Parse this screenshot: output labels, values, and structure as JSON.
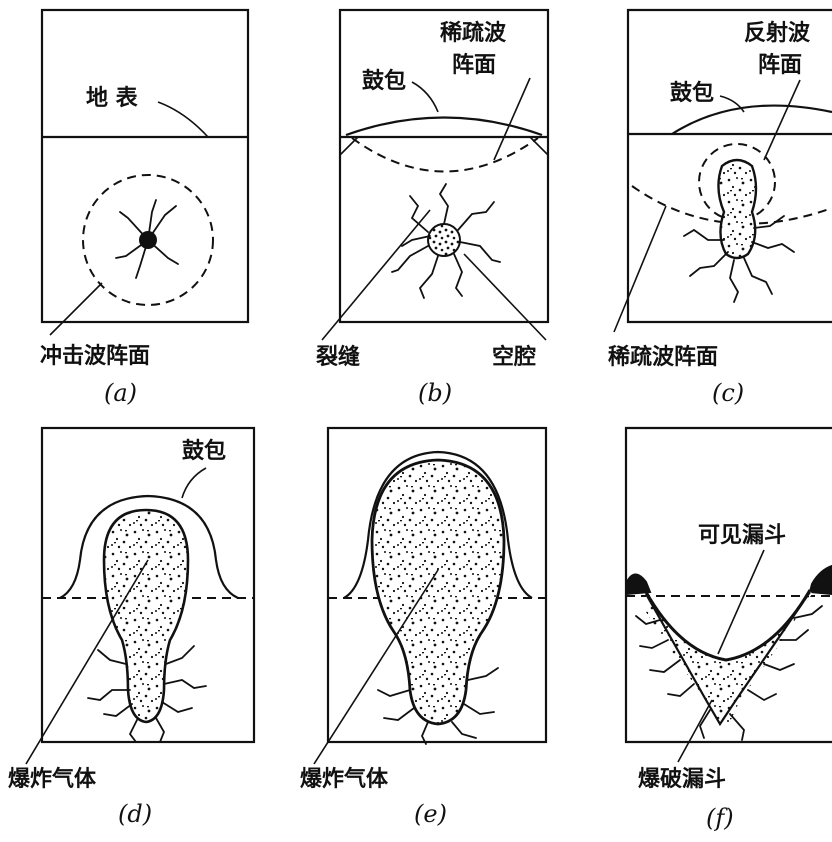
{
  "panels": [
    {
      "id": "a",
      "caption": "(a)",
      "labels": {
        "surface": "地 表",
        "shock_front": "冲击波阵面"
      }
    },
    {
      "id": "b",
      "caption": "(b)",
      "labels": {
        "rarefaction_front": "稀疏波阵面",
        "bulge": "鼓包",
        "crack": "裂缝",
        "cavity": "空腔"
      }
    },
    {
      "id": "c",
      "caption": "(c)",
      "labels": {
        "reflected_front": "反射波阵面",
        "bulge": "鼓包",
        "rarefaction_front": "稀疏波阵面"
      }
    },
    {
      "id": "d",
      "caption": "(d)",
      "labels": {
        "bulge": "鼓包",
        "gas": "爆炸气体"
      }
    },
    {
      "id": "e",
      "caption": "(e)",
      "labels": {
        "gas": "爆炸气体"
      }
    },
    {
      "id": "f",
      "caption": "(f)",
      "labels": {
        "visible_crater": "可见漏斗",
        "blast_crater": "爆破漏斗"
      }
    }
  ]
}
